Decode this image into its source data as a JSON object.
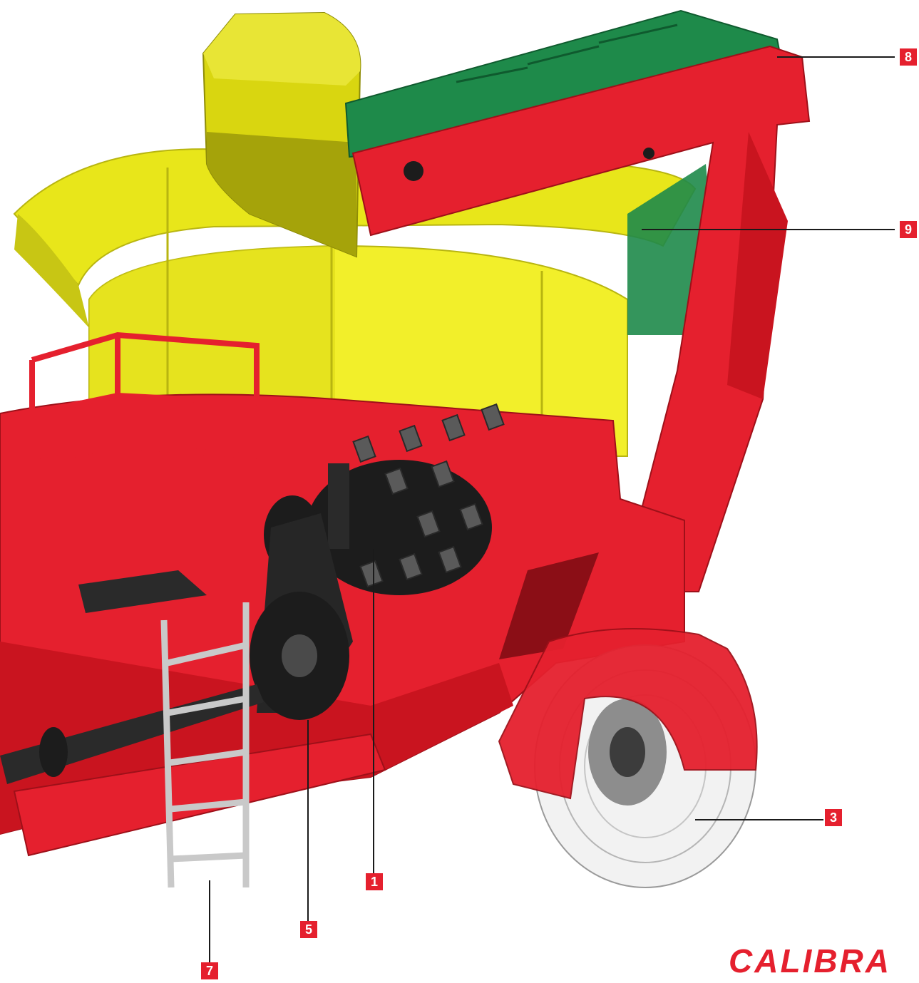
{
  "callouts": {
    "c8": "8",
    "c9": "9",
    "c3": "3",
    "c1": "1",
    "c5": "5",
    "c7": "7"
  },
  "brand": {
    "text": "CALIBRA"
  },
  "colors": {
    "machine_red": "#e5202e",
    "hopper_yellow": "#e8e61a",
    "conveyor_green": "#1e8a4a",
    "rotor_black": "#1c1c1c",
    "ladder_grey": "#c9c9c9",
    "callout_red": "#e5202e"
  },
  "icons": [
    "tub-grinder-machine-illustration"
  ]
}
